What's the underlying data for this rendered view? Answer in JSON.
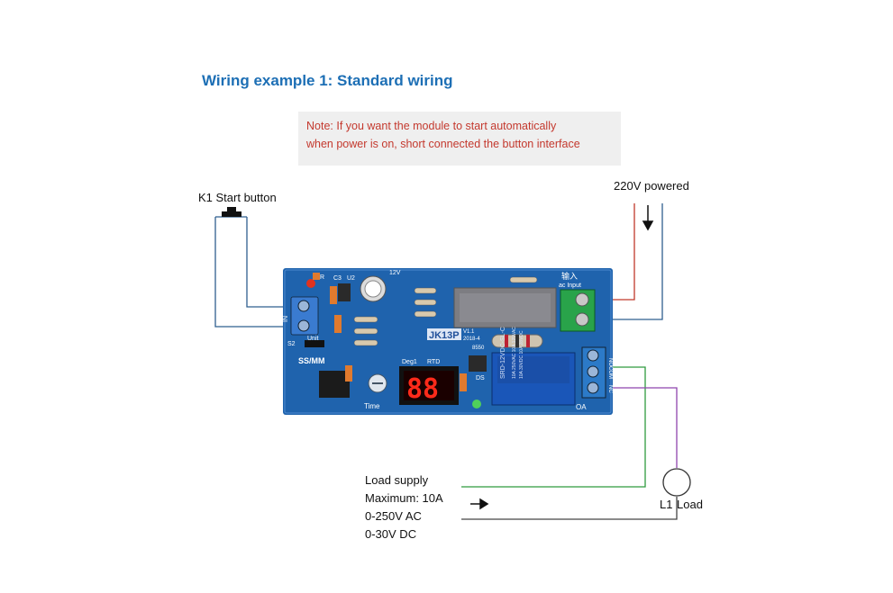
{
  "title": "Wiring example 1: Standard wiring",
  "note": {
    "line1": "Note: If you want the module to start automatically",
    "line2": "when power is on, short connected the button interface"
  },
  "labels": {
    "k1": "K1 Start button",
    "power": "220V powered",
    "load_supply": "Load supply",
    "max": "Maximum: 10A",
    "ac": "0-250V AC",
    "dc": "0-30V DC",
    "l1": "L1",
    "load": "Load"
  },
  "board": {
    "model": "JK13P",
    "version": "V1.1",
    "date": "2018-4",
    "input_cn": "输入",
    "input_en": "ac Input",
    "relay_text": "SRD-12VDC-SL-C",
    "relay_rating1": "10A 250VAC 10A 125VAC",
    "relay_rating2": "10A 30VDC 10A 28VDC",
    "display": "88",
    "time_label": "Time",
    "unit_label": "Unit",
    "ss_mm": "SS/MM",
    "deg_label": "Deg1",
    "rtd_label": "RTD",
    "oa_label": "OA",
    "in_label": "IN",
    "s2_label": "S2",
    "r_label": "R",
    "c3_label": "C3",
    "u2_label": "U2",
    "twelve_v": "12V",
    "ds_label": "DS",
    "t8550": "8550",
    "no_label": "NO",
    "com_label": "COM",
    "nc_label": "NC"
  },
  "colors": {
    "title": "#1d6fb5",
    "note_text": "#c4392e",
    "board": "#1f63ad",
    "wire_red": "#c0392b",
    "wire_blue": "#2f5f8f",
    "wire_green": "#2e9b3e",
    "wire_purple": "#8e44ad"
  }
}
